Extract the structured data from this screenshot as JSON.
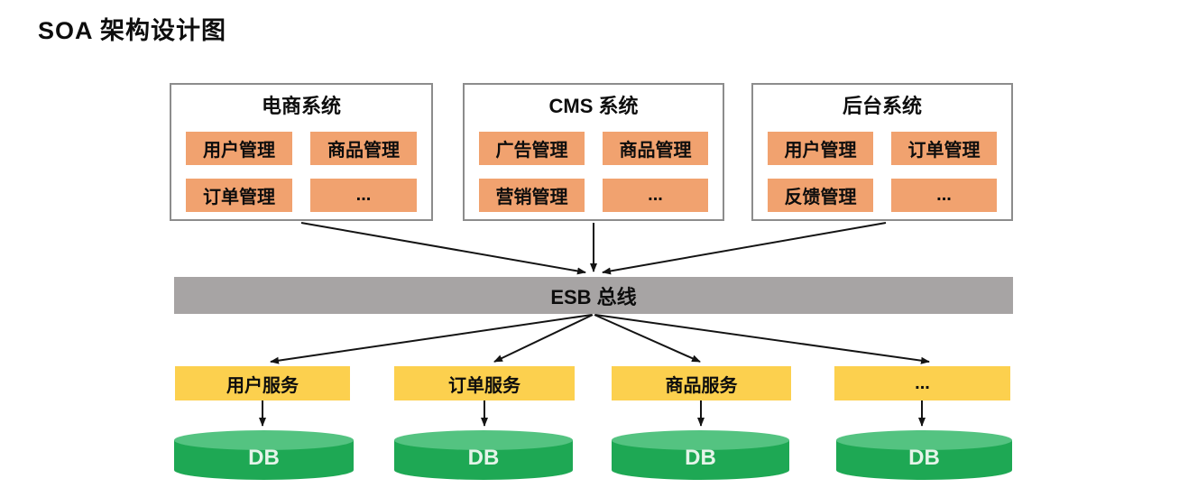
{
  "title": "SOA 架构设计图",
  "systems": [
    {
      "name": "电商系统",
      "modules": [
        "用户管理",
        "商品管理",
        "订单管理",
        "..."
      ]
    },
    {
      "name": "CMS 系统",
      "modules": [
        "广告管理",
        "商品管理",
        "营销管理",
        "..."
      ]
    },
    {
      "name": "后台系统",
      "modules": [
        "用户管理",
        "订单管理",
        "反馈管理",
        "..."
      ]
    }
  ],
  "esb": {
    "label": "ESB 总线"
  },
  "services": [
    {
      "label": "用户服务"
    },
    {
      "label": "订单服务"
    },
    {
      "label": "商品服务"
    },
    {
      "label": "..."
    }
  ],
  "databases": [
    {
      "label": "DB"
    },
    {
      "label": "DB"
    },
    {
      "label": "DB"
    },
    {
      "label": "DB"
    }
  ],
  "colors": {
    "module_fill": "#F1A26F",
    "service_fill": "#FCD04E",
    "esb_fill": "#A7A4A4",
    "db_body": "#1EA854",
    "db_top": "#54C381",
    "box_border": "#8C8C8C",
    "arrow": "#141414"
  }
}
